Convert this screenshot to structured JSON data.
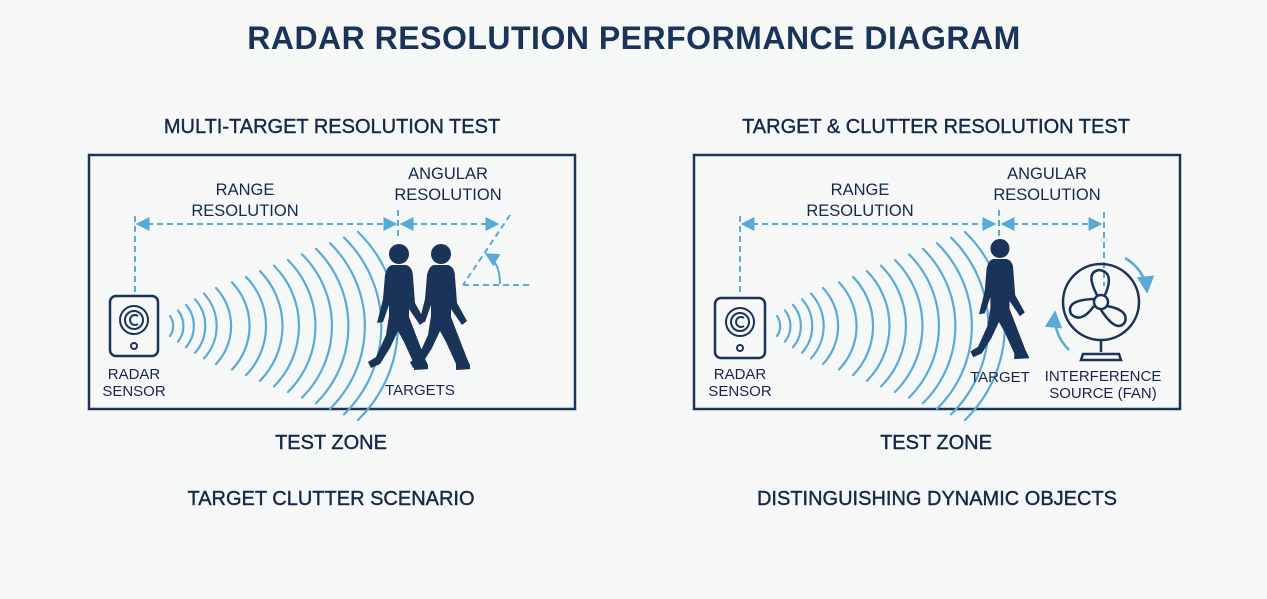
{
  "title": "RADAR RESOLUTION PERFORMANCE DIAGRAM",
  "colors": {
    "navy": "#1a3358",
    "accent": "#5aaad8",
    "background": "#f6f7f7"
  },
  "panels": [
    {
      "heading": "MULTI-TARGET RESOLUTION TEST",
      "range_label": [
        "RANGE",
        "RESOLUTION"
      ],
      "angular_label": [
        "ANGULAR",
        "RESOLUTION"
      ],
      "sensor_label": [
        "RADAR",
        "SENSOR"
      ],
      "target_label": "TARGETS",
      "zone_label": "TEST ZONE",
      "caption": "TARGET CLUTTER SCENARIO",
      "icons": [
        "radar-sensor-icon",
        "radar-waves",
        "walking-people-icon",
        "angle-icon"
      ]
    },
    {
      "heading": "TARGET & CLUTTER RESOLUTION TEST",
      "range_label": [
        "RANGE",
        "RESOLUTION"
      ],
      "angular_label": [
        "ANGULAR",
        "RESOLUTION"
      ],
      "sensor_label": [
        "RADAR",
        "SENSOR"
      ],
      "target_label": "TARGET",
      "interference_label": [
        "INTERFERENCE",
        "SOURCE (FAN)"
      ],
      "zone_label": "TEST ZONE",
      "caption": "DISTINGUISHING DYNAMIC OBJECTS",
      "icons": [
        "radar-sensor-icon",
        "radar-waves",
        "walking-person-icon",
        "fan-icon"
      ]
    }
  ]
}
